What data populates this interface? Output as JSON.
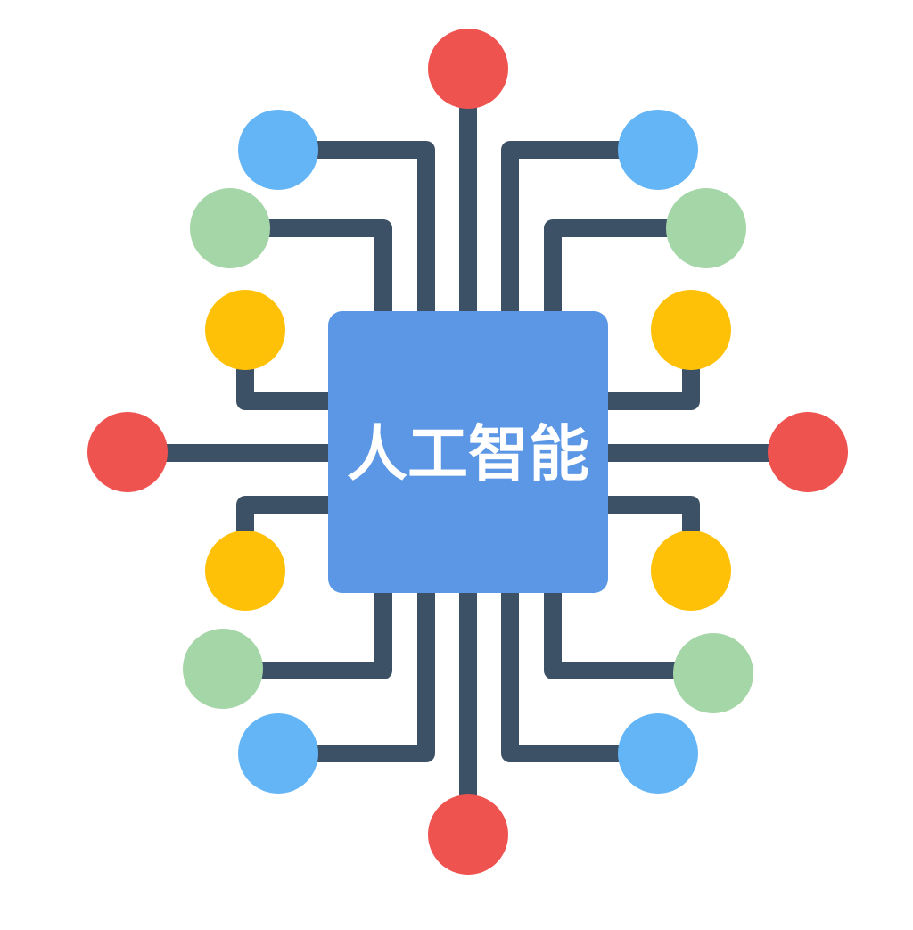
{
  "chip": {
    "label": "人工智能",
    "color": "#5b97e5",
    "label_color": "#ffffff"
  },
  "colors": {
    "trace": "#3c5066",
    "red": "#ef5350",
    "blue": "#64b5f6",
    "green": "#a5d6a7",
    "yellow": "#ffc107",
    "background": "#ffffff"
  },
  "nodes": [
    {
      "name": "top-red-node",
      "color": "red"
    },
    {
      "name": "upper-left-blue-node",
      "color": "blue"
    },
    {
      "name": "upper-right-blue-node",
      "color": "blue"
    },
    {
      "name": "upper-left-green-node",
      "color": "green"
    },
    {
      "name": "upper-right-green-node",
      "color": "green"
    },
    {
      "name": "upper-left-yellow-node",
      "color": "yellow"
    },
    {
      "name": "upper-right-yellow-node",
      "color": "yellow"
    },
    {
      "name": "left-red-node",
      "color": "red"
    },
    {
      "name": "right-red-node",
      "color": "red"
    },
    {
      "name": "lower-left-yellow-node",
      "color": "yellow"
    },
    {
      "name": "lower-right-yellow-node",
      "color": "yellow"
    },
    {
      "name": "lower-left-green-node",
      "color": "green"
    },
    {
      "name": "lower-right-green-node",
      "color": "green"
    },
    {
      "name": "lower-left-blue-node",
      "color": "blue"
    },
    {
      "name": "lower-right-blue-node",
      "color": "blue"
    },
    {
      "name": "bottom-red-node",
      "color": "red"
    }
  ]
}
